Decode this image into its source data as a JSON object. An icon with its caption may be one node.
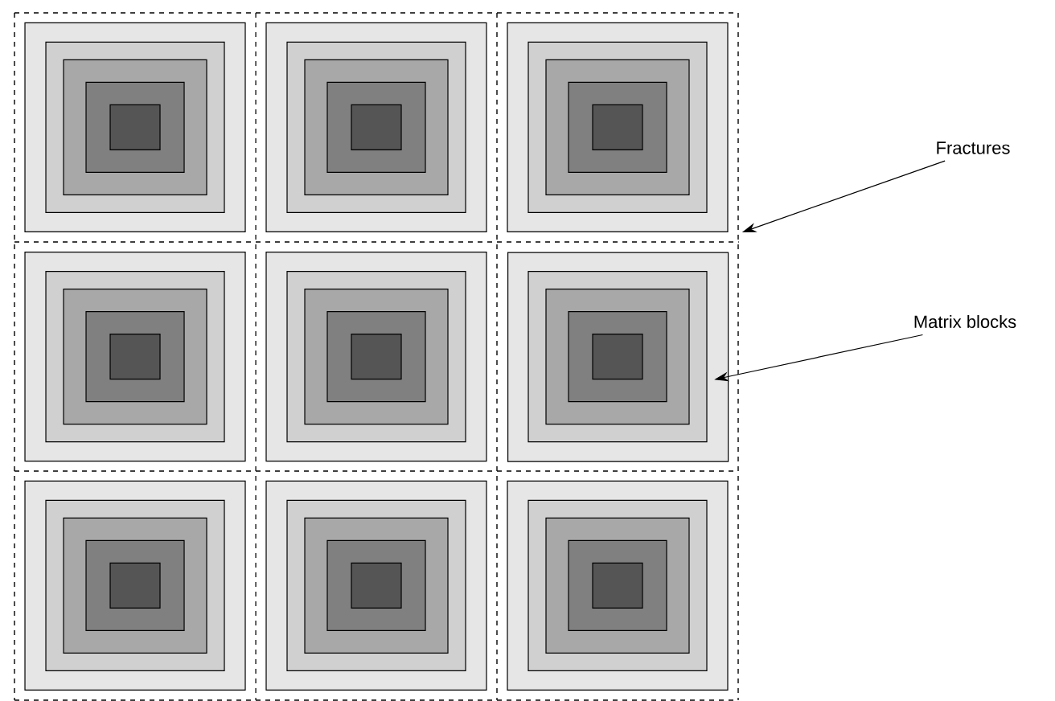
{
  "diagram": {
    "nodes": [
      {
        "text": [
          "Fractures"
        ]
      },
      {
        "text": [
          "Matrix blocks"
        ]
      },
      {
        "text": [],
        "shape": "line"
      },
      {
        "text": [],
        "shape": "box"
      }
    ],
    "edges": [
      {
        "from": 0,
        "to": 2,
        "arrow": "to"
      },
      {
        "from": 1,
        "to": 3,
        "arrow": "to"
      }
    ]
  }
}
